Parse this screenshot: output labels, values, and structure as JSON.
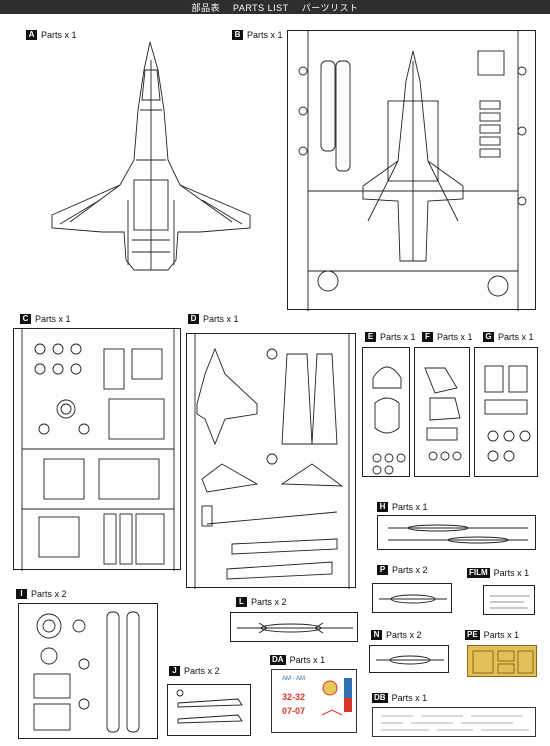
{
  "header": {
    "jp": "部品表",
    "en": "PARTS LIST",
    "kana": "パーツリスト"
  },
  "sections": {
    "A": {
      "letter": "A",
      "qty": "Parts x 1"
    },
    "B": {
      "letter": "B",
      "qty": "Parts x 1"
    },
    "C": {
      "letter": "C",
      "qty": "Parts x 1"
    },
    "D": {
      "letter": "D",
      "qty": "Parts x 1"
    },
    "E": {
      "letter": "E",
      "qty": "Parts x 1"
    },
    "F": {
      "letter": "F",
      "qty": "Parts x 1"
    },
    "G": {
      "letter": "G",
      "qty": "Parts x 1"
    },
    "H": {
      "letter": "H",
      "qty": "Parts x 1"
    },
    "P": {
      "letter": "P",
      "qty": "Parts x 2"
    },
    "FILM": {
      "letter": "FILM",
      "qty": "Parts x 1"
    },
    "I": {
      "letter": "I",
      "qty": "Parts x 2"
    },
    "L": {
      "letter": "L",
      "qty": "Parts x 2"
    },
    "N": {
      "letter": "N",
      "qty": "Parts x 2"
    },
    "PE": {
      "letter": "PE",
      "qty": "Parts x 1"
    },
    "J": {
      "letter": "J",
      "qty": "Parts x 2"
    },
    "DA": {
      "letter": "DA",
      "qty": "Parts x 1"
    },
    "DB": {
      "letter": "DB",
      "qty": "Parts x 1"
    }
  },
  "decal_texts": {
    "da_1": "32-32",
    "da_2": "07-07",
    "da_3": "AM - AM"
  },
  "colors": {
    "header_bg": "#2e2e2e",
    "ink": "#111111",
    "decal_red": "#d9362b",
    "decal_blue": "#2f6fb5",
    "decal_yellow": "#e8c85a"
  }
}
